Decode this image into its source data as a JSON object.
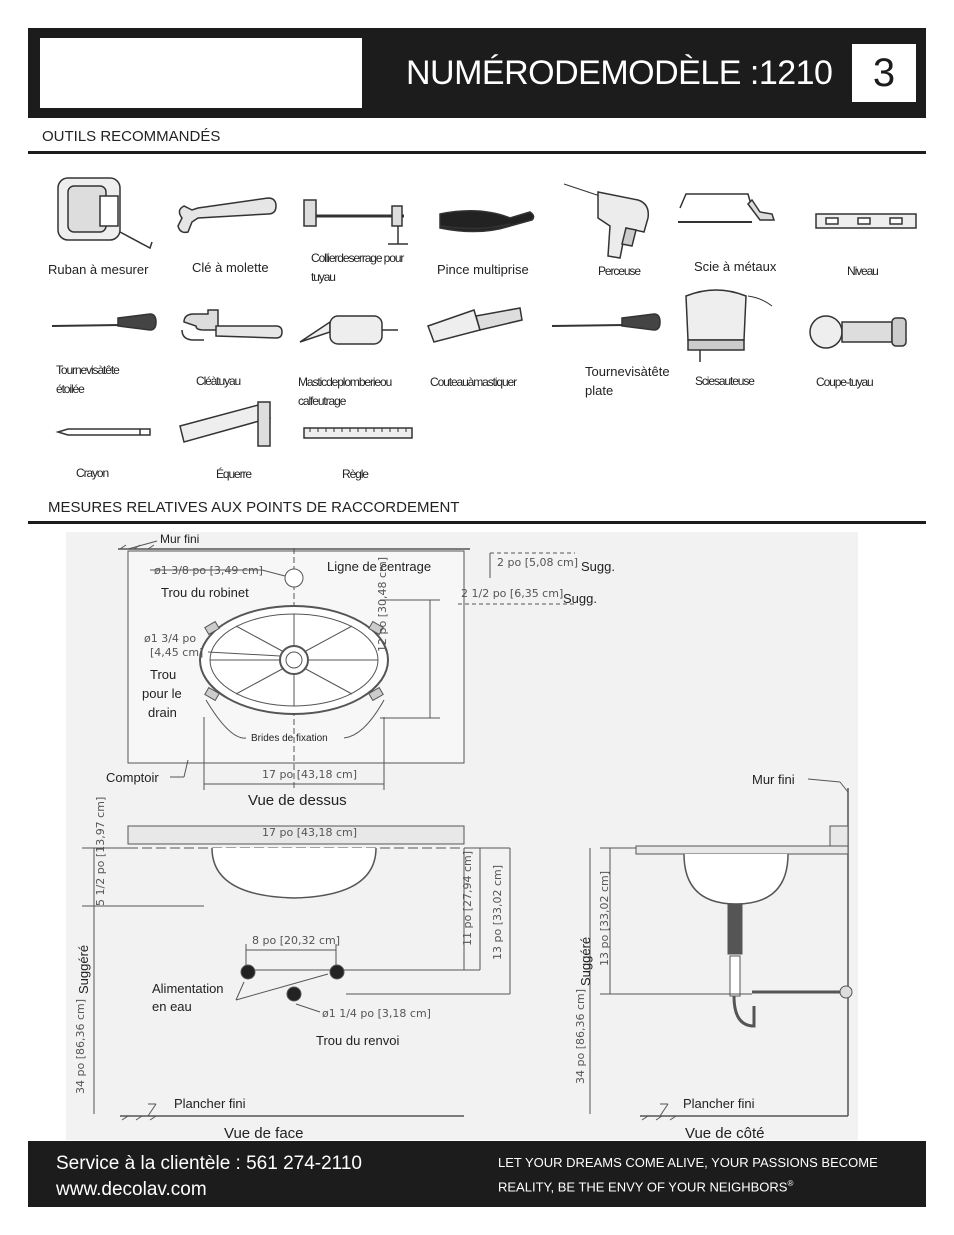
{
  "header": {
    "model_title": "NUMÉRODEMODÈLE :1210",
    "page_number": "3"
  },
  "tools_section": {
    "title": "OUTILS  RECOMMANDÉS",
    "tools": [
      {
        "label": "Ruban à  mesurer",
        "icon": "tape-measure-icon"
      },
      {
        "label": "Clé à molette",
        "icon": "adjustable-wrench-icon"
      },
      {
        "label": "Collierdeserrage pour tuyau",
        "icon": "pipe-clamp-icon"
      },
      {
        "label": "Pince  multiprise",
        "icon": "pliers-icon"
      },
      {
        "label": "Perceuse",
        "icon": "drill-icon"
      },
      {
        "label": "Scie à  métaux",
        "icon": "hacksaw-icon"
      },
      {
        "label": "Niveau",
        "icon": "level-icon"
      },
      {
        "label": "Tournevisàtête étoilée",
        "icon": "phillips-screwdriver-icon"
      },
      {
        "label": "Cléàtuyau",
        "icon": "pipe-wrench-icon"
      },
      {
        "label": "Masticdeplomberieou calfeutrage",
        "icon": "caulk-gun-icon"
      },
      {
        "label": "Couteauàmastiquer",
        "icon": "putty-knife-icon"
      },
      {
        "label": "Tournevisàtête plate",
        "icon": "flat-screwdriver-icon"
      },
      {
        "label": "Sciesauteuse",
        "icon": "jigsaw-icon"
      },
      {
        "label": "Coupe-tuyau",
        "icon": "pipe-cutter-icon"
      },
      {
        "label": "Crayon",
        "icon": "pencil-icon"
      },
      {
        "label": "Équerre",
        "icon": "square-icon"
      },
      {
        "label": "Règle",
        "icon": "ruler-icon"
      }
    ]
  },
  "measures_section": {
    "title": "MESURES  RELATIVES AUX POINTS DE RACCORDEMENT",
    "top_view": {
      "caption": "Vue de dessus",
      "mur_fini": "Mur fini",
      "ligne_centrage": "Ligne de centrage",
      "faucet_dim": "ø1 3/8 po [3,49 cm]",
      "faucet_hole": "Trou du robinet",
      "dim_2po": "2 po [5,08 cm]",
      "dim_2_5po": "2 1/2 po [6,35 cm]",
      "sugg1": "Sugg.",
      "sugg2": "Sugg.",
      "drain_dim_1": "ø1 3/4 po",
      "drain_dim_2": "[4,45 cm]",
      "drain_hole_1": "Trou",
      "drain_hole_2": "pour le",
      "drain_hole_3": "drain",
      "dim_12po": "12 po [30,48 cm]",
      "brides": "Brides de fixation",
      "comptoir": "Comptoir",
      "dim_17po": "17 po [43,18 cm]"
    },
    "front_view": {
      "caption": "Vue de face",
      "dim_17po": "17 po [43,18 cm]",
      "dim_5_5po": "5 1/2 po [13,97 cm]",
      "suggere": "Suggéré",
      "dim_34po": "34 po [86,36 cm]",
      "dim_8po": "8 po [20,32 cm]",
      "water_supply_1": "Alimentation",
      "water_supply_2": "en eau",
      "drain_dim": "ø1 1/4 po [3,18 cm]",
      "trou_renvoi": "Trou du renvoi",
      "dim_11po": "11 po [27,94 cm]",
      "dim_13po": "13 po [33,02 cm]",
      "plancher": "Plancher fini"
    },
    "side_view": {
      "caption": "Vue de côté",
      "mur_fini": "Mur fini",
      "suggere": "Suggéré",
      "dim_13po": "13 po [33,02 cm]",
      "dim_34po": "34 po [86,36 cm]",
      "plancher": "Plancher fini"
    }
  },
  "footer": {
    "service": "Service à la clientèle : 561 274-2110",
    "website": "www.decolav.com",
    "slogan_line1": "LET  YOUR DREAMS COME ALIVE, YOUR PASSIONS BECOME",
    "slogan_line2": "REALITY, BE THE ENVY OF YOUR NEIGHBORS",
    "trademark": "®"
  }
}
